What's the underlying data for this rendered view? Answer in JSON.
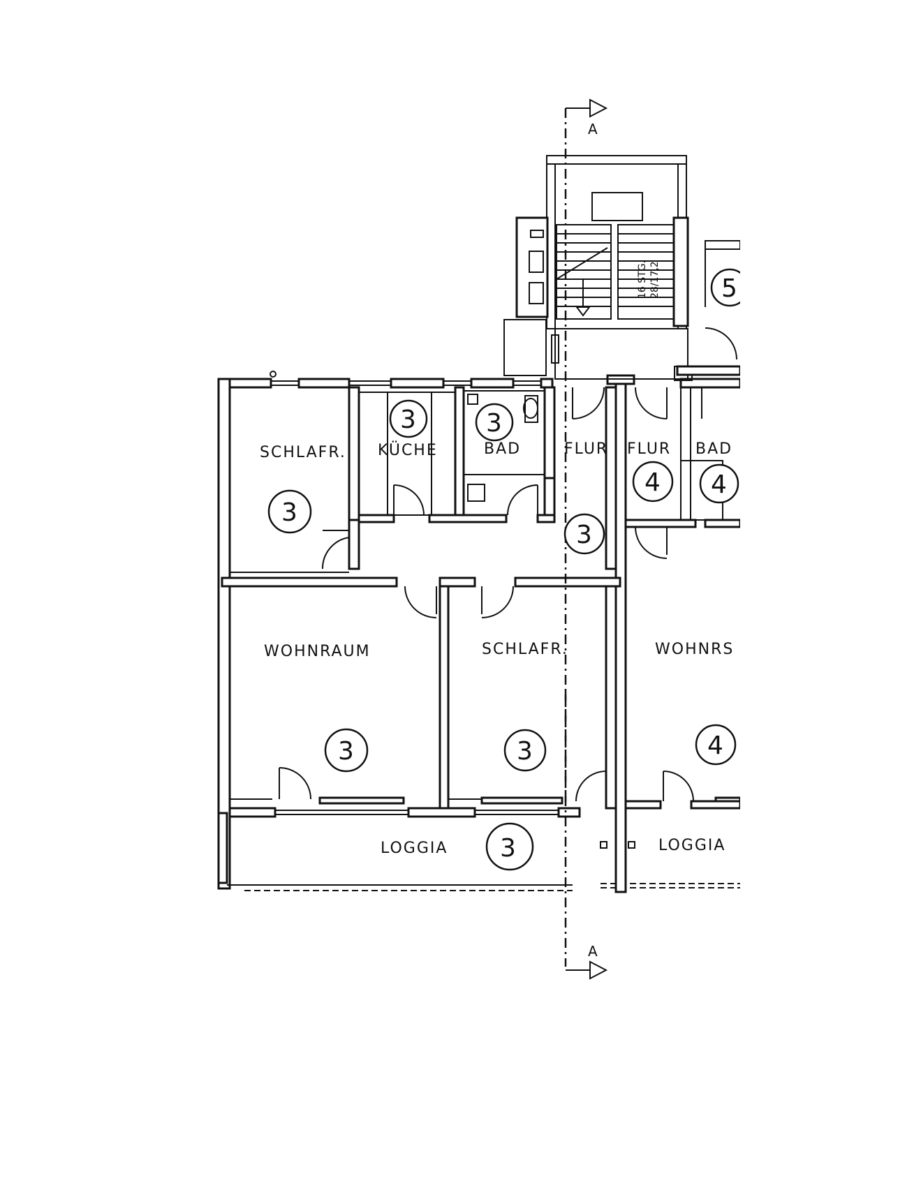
{
  "rooms": {
    "schlafr_top": "SCHLAFR.",
    "kueche": "KÜCHE",
    "bad": "BAD",
    "flur_1": "FLUR",
    "flur_2": "FLUR",
    "bad_right": "BAD",
    "wohnraum": "WOHNRAUM",
    "schlafr_bottom": "SCHLAFR.",
    "wohnraum_right": "WOHNRS",
    "loggia_left": "LOGGIA",
    "loggia_right": "LOGGIA"
  },
  "markers": {
    "kueche": "3",
    "bad": "3",
    "schlafr_top": "3",
    "flur": "3",
    "flur_2": "4",
    "bad_right": "4",
    "wohnraum": "3",
    "schlafr_bottom": "3",
    "wohnraum_right": "4",
    "loggia": "3",
    "stair_right": "5"
  },
  "stair": {
    "line1": "16 STG.",
    "line2": "28/17,2"
  },
  "section": {
    "top": "A",
    "bottom": "A"
  }
}
